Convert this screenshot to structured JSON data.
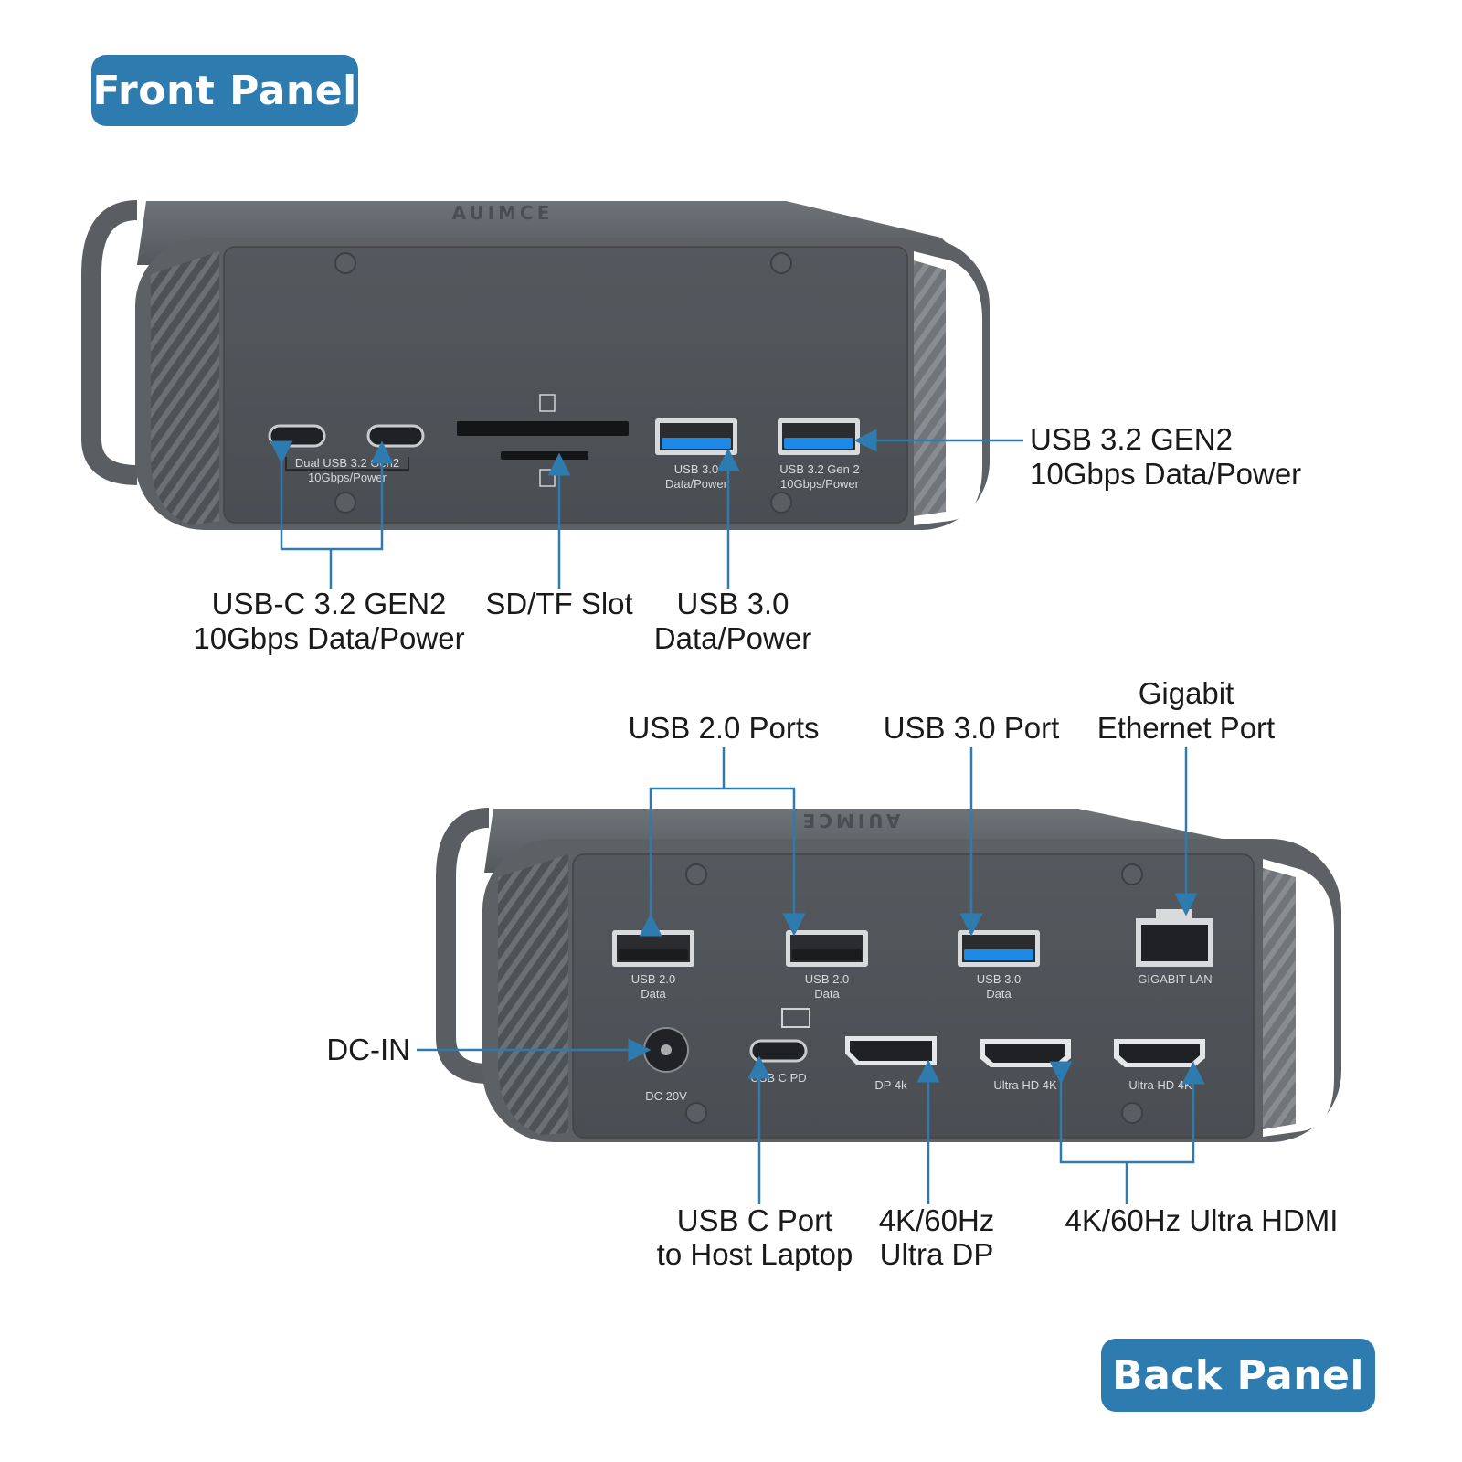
{
  "badges": {
    "front": "Front Panel",
    "back": "Back Panel"
  },
  "brand": "AUIMCE",
  "colors": {
    "accent": "#2e7bb0",
    "body": "#5d6166",
    "panel": "#4f5358",
    "usb3_blue": "#1e88e5"
  },
  "front": {
    "port_labels": {
      "dual_usbc": "Dual USB 3.2 Gen2",
      "dual_usbc_speed": "10Gbps/Power",
      "usb30": "USB 3.0",
      "usb30_sub": "Data/Power",
      "usb32": "USB 3.2 Gen 2",
      "usb32_sub": "10Gbps/Power"
    },
    "callouts": {
      "usbc_line1": "USB-C 3.2 GEN2",
      "usbc_line2": "10Gbps Data/Power",
      "sd_tf": "SD/TF Slot",
      "usb30_line1": "USB 3.0",
      "usb30_line2": "Data/Power",
      "usb32_line1": "USB 3.2 GEN2",
      "usb32_line2": "10Gbps Data/Power"
    }
  },
  "back": {
    "port_labels": {
      "usb20_a": "USB 2.0",
      "usb20_a_sub": "Data",
      "usb20_b": "USB 2.0",
      "usb20_b_sub": "Data",
      "usb30": "USB 3.0",
      "usb30_sub": "Data",
      "lan": "GIGABIT LAN",
      "dc": "DC 20V",
      "usbc_pd": "USB C PD",
      "dp": "DP 4k",
      "hdmi1": "Ultra HD 4K",
      "hdmi2": "Ultra HD 4K"
    },
    "callouts": {
      "usb20": "USB 2.0 Ports",
      "usb30": "USB 3.0 Port",
      "ethernet_line1": "Gigabit",
      "ethernet_line2": "Ethernet Port",
      "dc_in": "DC-IN",
      "usbc_line1": "USB C Port",
      "usbc_line2": "to Host Laptop",
      "dp_line1": "4K/60Hz",
      "dp_line2": "Ultra DP",
      "hdmi": "4K/60Hz Ultra HDMI"
    }
  }
}
